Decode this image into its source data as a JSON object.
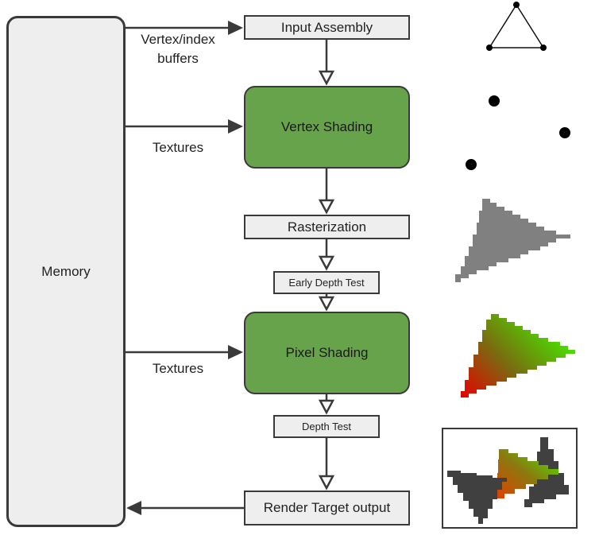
{
  "memory": {
    "label": "Memory"
  },
  "pipeline": {
    "input_assembly": "Input Assembly",
    "vertex_shading": "Vertex Shading",
    "rasterization": "Rasterization",
    "early_depth_test": "Early Depth Test",
    "pixel_shading": "Pixel Shading",
    "depth_test": "Depth Test",
    "render_target_output": "Render Target output"
  },
  "edge_labels": {
    "vertex_index_buffers": "Vertex/index\nbuffers",
    "textures_vertex": "Textures",
    "textures_pixel": "Textures"
  },
  "colors": {
    "stage_fill": "#eeeeee",
    "shader_fill": "#67a34a",
    "stroke": "#3a3a3a",
    "raster_gray": "#808080",
    "pixel_red": "#e00000",
    "pixel_green": "#44ee00"
  },
  "illustrations": [
    "triangle-outline-icon",
    "vertices-dots-icon",
    "rasterized-triangle-icon",
    "shaded-triangle-icon",
    "render-target-composite-icon"
  ]
}
